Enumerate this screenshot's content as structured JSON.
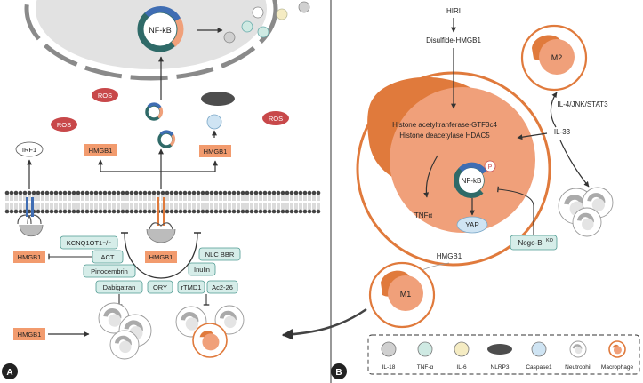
{
  "colors": {
    "orange_dark": "#e07a3c",
    "orange_label": "#f29b6e",
    "salmon": "#f0a07a",
    "teal_dark": "#2f6a68",
    "teal_box": "#d6ede9",
    "teal_border": "#4f9a92",
    "blue_ring": "#3f6db3",
    "nucleus_gray": "#dddddd",
    "ros_red": "#c8484a",
    "nlrp3_gray": "#4d4d4d",
    "il18_gray": "#d0d0d0",
    "tnf_teal": "#cfeae3",
    "il6_yellow": "#f5ecc3",
    "caspase_blue": "#cfe4f3"
  },
  "panel_a": {
    "letter": "A",
    "nucleus_label": "NF-kB",
    "ros": [
      "ROS",
      "ROS",
      "ROS"
    ],
    "hmgb1_left": "HMGB1",
    "hmgb1_right": "HMGB1",
    "irf1": "IRF1",
    "hmgb1_receptor_left": "HMGB1",
    "hmgb1_receptor_center": "HMGB1",
    "hmgb1_bottom": "HMGB1",
    "drugs": {
      "kcnq": "KCNQ1OT1⁻/⁻",
      "act": "ACT",
      "pinocembrin": "Pinocembrin",
      "dabigatran": "Dabigatran",
      "ory": "ORY",
      "nlc_bbr": "NLC BBR",
      "inulin": "Inulin",
      "rtmd1": "rTMD1",
      "ac2_26": "Ac2-26"
    }
  },
  "panel_b": {
    "letter": "B",
    "hiri": "HIRI",
    "disulfide": "Disulfide-HMGB1",
    "histone1": "Histone acetyltranferase-GTF3c4",
    "histone2": "Histone deacetylase HDAC5",
    "nfkb": "NF-kB",
    "p": "P",
    "tnfa": "TNFα",
    "yap": "YAP",
    "hmgb1": "HMGB1",
    "nogo": "Nogo-B",
    "nogo_sup": "KO",
    "m1": "M1",
    "m2": "M2",
    "il4_pathway": "IL-4/JNK/STAT3",
    "il33": "IL-33"
  },
  "legend": [
    {
      "label": "IL-18",
      "color": "#d0d0d0",
      "shape": "circle"
    },
    {
      "label": "TNF-α",
      "color": "#cfeae3",
      "shape": "circle"
    },
    {
      "label": "IL-6",
      "color": "#f5ecc3",
      "shape": "circle"
    },
    {
      "label": "NLRP3",
      "color": "#4d4d4d",
      "shape": "ellipse"
    },
    {
      "label": "Caspase1",
      "color": "#cfe4f3",
      "shape": "circle"
    },
    {
      "label": "Neutrophil",
      "color": "#ffffff",
      "shape": "cell-neutrophil"
    },
    {
      "label": "Macrophage",
      "color": "#e07a3c",
      "shape": "cell-macrophage"
    }
  ]
}
